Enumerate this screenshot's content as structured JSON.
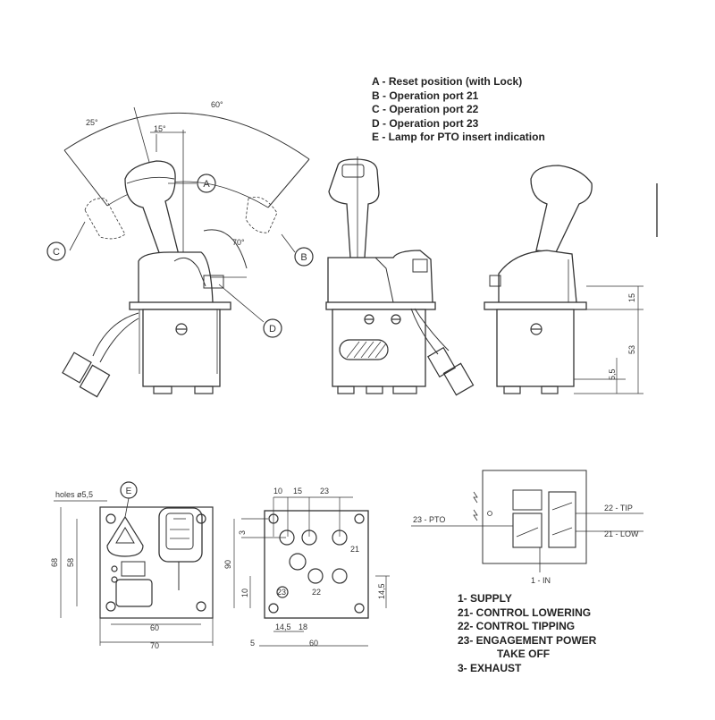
{
  "legend_top": [
    "A - Reset position (with Lock)",
    "B - Operation port 21",
    "C - Operation port 22",
    "D - Operation port 23",
    "E - Lamp for PTO insert indication"
  ],
  "callouts": {
    "a": "A",
    "b": "B",
    "c": "C",
    "d": "D",
    "e": "E"
  },
  "angles": {
    "a25": "25°",
    "a60": "60°",
    "a15": "15°",
    "a70": "70°"
  },
  "side_dims": {
    "d15": "15",
    "d53": "53",
    "d55": "5,5"
  },
  "bottom_left": {
    "holes": "holes ø5,5",
    "d68": "68",
    "d58": "58",
    "d60": "60",
    "d70": "70"
  },
  "bottom_mid": {
    "d10": "10",
    "d15": "15",
    "d23": "23",
    "d3": "3",
    "d90": "90",
    "d10b": "10",
    "d145r": "14,5",
    "d145": "14,5",
    "d18": "18",
    "d5": "5",
    "d60": "60",
    "p21": "21",
    "p22": "22",
    "p23": "23"
  },
  "schematic": {
    "pto": "23 - PTO",
    "tip": "22 - TIP",
    "low": "21 - LOW",
    "in": "1 - IN"
  },
  "legend_bottom": [
    "1-  SUPPLY",
    "21- CONTROL LOWERING",
    "22- CONTROL TIPPING",
    "23- ENGAGEMENT POWER",
    "TAKE OFF",
    "3- EXHAUST"
  ]
}
